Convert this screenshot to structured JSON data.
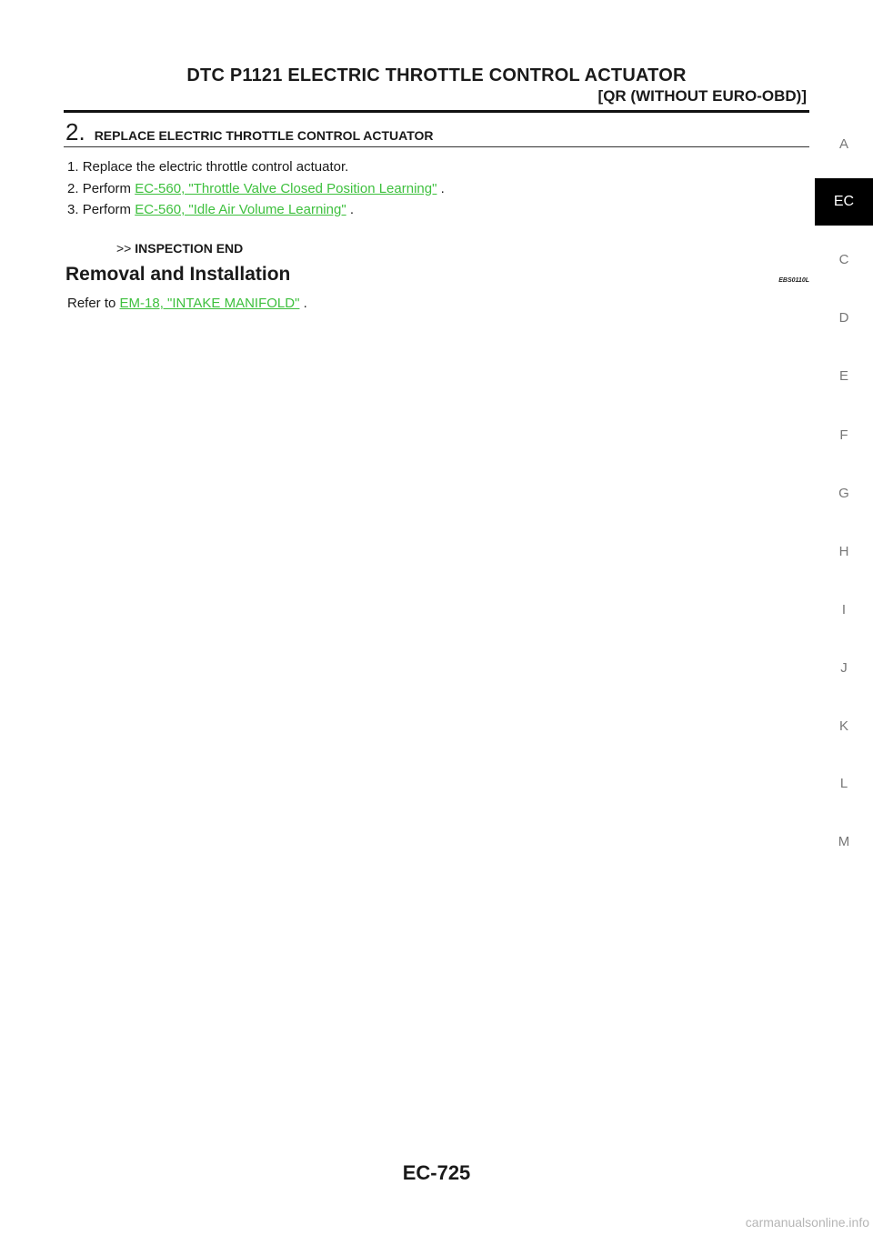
{
  "header": {
    "title": "DTC P1121 ELECTRIC THROTTLE CONTROL ACTUATOR",
    "subtitle": "[QR (WITHOUT EURO-OBD)]"
  },
  "step": {
    "number": "2.",
    "title": "REPLACE ELECTRIC THROTTLE CONTROL ACTUATOR"
  },
  "steps_list": [
    {
      "num": "1.",
      "text": "Replace the electric throttle control actuator.",
      "link": "",
      "suffix": ""
    },
    {
      "num": "2.",
      "text": "Perform ",
      "link": "EC-560, \"Throttle Valve Closed Position Learning\"",
      "suffix": " ."
    },
    {
      "num": "3.",
      "text": "Perform ",
      "link": "EC-560, \"Idle Air Volume Learning\"",
      "suffix": " ."
    }
  ],
  "result": {
    "arrow": ">>",
    "text": "INSPECTION END"
  },
  "section": {
    "heading": "Removal and Installation",
    "code": "EBS0110L",
    "refer_prefix": "Refer to ",
    "refer_link": "EM-18, \"INTAKE MANIFOLD\"",
    "refer_suffix": " ."
  },
  "side_index": {
    "items": [
      "A",
      "EC",
      "C",
      "D",
      "E",
      "F",
      "G",
      "H",
      "I",
      "J",
      "K",
      "L",
      "M"
    ],
    "active": "EC"
  },
  "footer": {
    "page_number": "EC-725",
    "watermark": "carmanualsonline.info"
  },
  "colors": {
    "link": "#3ec03e",
    "active_tab_bg": "#000000",
    "index_text": "#777777"
  }
}
